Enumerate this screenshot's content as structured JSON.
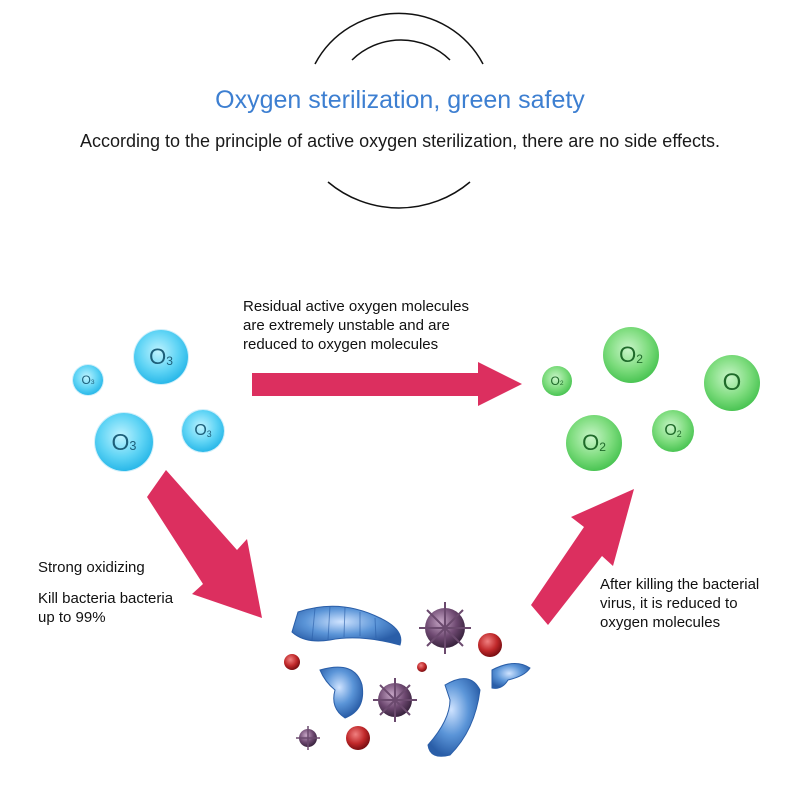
{
  "header": {
    "title": "Oxygen sterilization, green safety",
    "subtitle": "According to the principle of active oxygen sterilization, there are no side effects."
  },
  "labels": {
    "top_line1": "Residual active oxygen molecules",
    "top_line2": "are extremely unstable and are",
    "top_line3": "reduced to oxygen molecules",
    "left_line1": "Strong oxidizing",
    "left_line2": "Kill bacteria bacteria",
    "left_line3": "up to 99%",
    "right_line1": "After killing the bacterial",
    "right_line2": "virus, it is reduced to",
    "right_line3": "oxygen molecules"
  },
  "molecules": {
    "ozone": {
      "symbol": "O",
      "sub": "3"
    },
    "oxygen": {
      "symbol": "O",
      "sub": "2"
    },
    "atom": {
      "symbol": "O"
    }
  },
  "colors": {
    "title": "#3d7fd1",
    "arrow": "#dc2f5f",
    "ozone": "#3ec6ef",
    "oxygen": "#55c95e",
    "bacteria_blue": "#4a86cf",
    "virus_purple": "#6b4a6e",
    "cell_red": "#b22222"
  }
}
